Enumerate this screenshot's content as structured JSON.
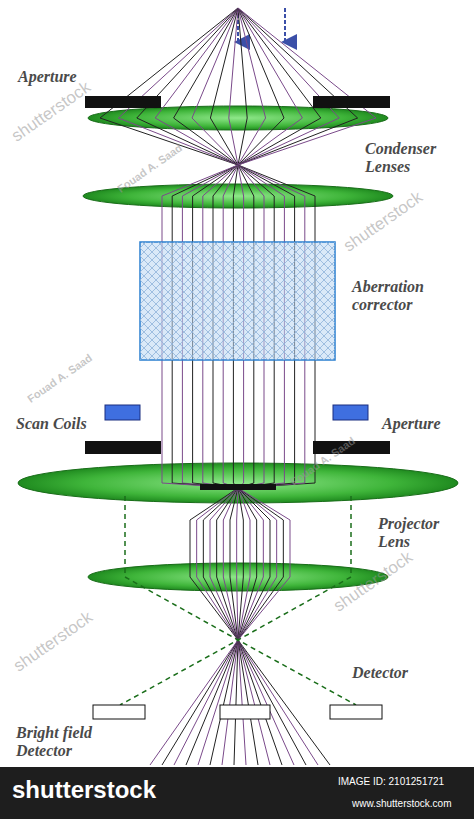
{
  "diagram": {
    "labels": [
      "Aperture",
      "Condenser Lenses",
      "Aberration corrector",
      "Scan Coils",
      "Aperture",
      "Projector Lens",
      "Detector",
      "Bright field Detector",
      "shutterstock",
      "shutterstock",
      "shutterstock",
      "shutterstock",
      "Fouad A. Saad",
      "Fouad A. Saad",
      "Fouad A. Saad",
      "shutterstock",
      "IMAGE ID: 2101251721",
      "www.shutterstock.com"
    ]
  }
}
